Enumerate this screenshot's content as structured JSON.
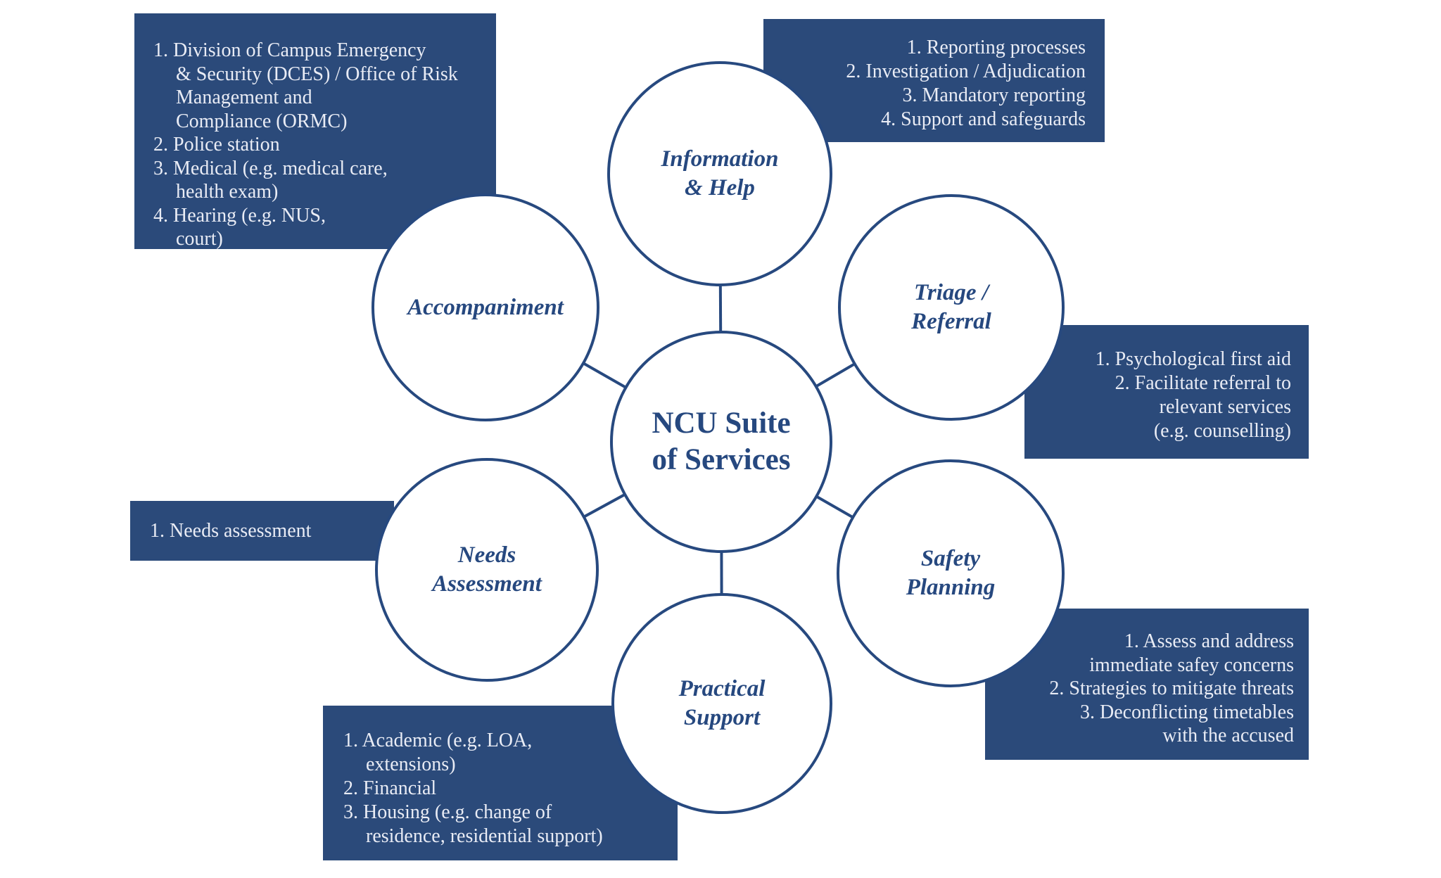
{
  "colors": {
    "box_bg": "#2b4a7a",
    "circle_stroke": "#27497f",
    "label_text": "#26487f",
    "list_text": "#e9ecf5",
    "background": "#ffffff"
  },
  "center": {
    "label": [
      "NCU Suite",
      "of Services"
    ]
  },
  "nodes": {
    "information": {
      "label": [
        "Information",
        "& Help"
      ],
      "items": [
        "1. Reporting processes",
        "2. Investigation / Adjudication",
        "3. Mandatory reporting",
        "4. Support and safeguards"
      ]
    },
    "triage": {
      "label": [
        "Triage /",
        "Referral"
      ],
      "items": [
        "1. Psychological first aid",
        "2. Facilitate referral to",
        "relevant services",
        "(e.g. counselling)"
      ]
    },
    "safety": {
      "label": [
        "Safety",
        "Planning"
      ],
      "items": [
        "1. Assess and address",
        "immediate safey concerns",
        "2. Strategies to mitigate threats",
        "3. Deconflicting timetables",
        "with the accused"
      ]
    },
    "practical": {
      "label": [
        "Practical",
        "Support"
      ],
      "items": [
        "1. Academic (e.g. LOA,",
        "extensions)",
        "2. Financial",
        "3. Housing (e.g. change of",
        "residence, residential support)"
      ]
    },
    "needs": {
      "label": [
        "Needs",
        "Assessment"
      ],
      "items": [
        "1. Needs assessment"
      ]
    },
    "accompaniment": {
      "label": [
        "Accompaniment"
      ],
      "items": [
        "1. Division of Campus Emergency",
        "& Security (DCES) / Office of Risk",
        "Management and",
        "Compliance (ORMC)",
        "2. Police station",
        "3. Medical (e.g. medical care,",
        "health exam)",
        "4. Hearing (e.g. NUS,",
        "court)"
      ]
    }
  }
}
